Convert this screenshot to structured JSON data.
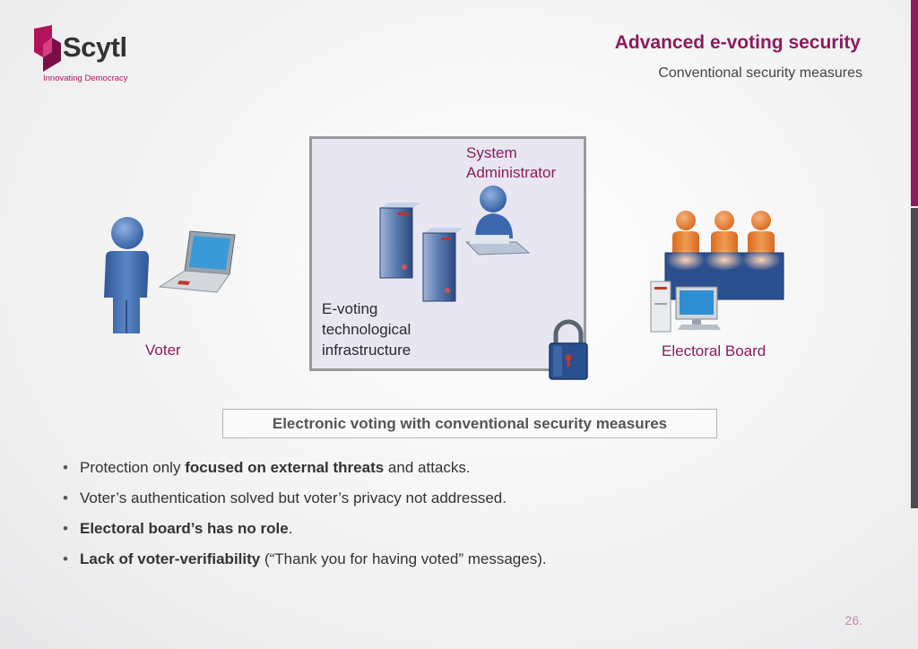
{
  "logo": {
    "wordmark": "Scytl",
    "tagline": "Innovating Democracy",
    "brand_color": "#8e1a5f"
  },
  "header": {
    "title": "Advanced e-voting security",
    "subtitle": "Conventional security measures"
  },
  "diagram": {
    "sysadmin_label_line1": "System",
    "sysadmin_label_line2": "Administrator",
    "infra_label_line1": "E-voting",
    "infra_label_line2": "technological",
    "infra_label_line3": "infrastructure",
    "voter_label": "Voter",
    "board_label": "Electoral Board"
  },
  "caption": "Electronic voting with conventional security measures",
  "bullets": [
    {
      "pre": "Protection only ",
      "bold": "focused on external threats",
      "post": " and attacks."
    },
    {
      "pre": "Voter’s authentication solved but voter’s privacy not addressed.",
      "bold": "",
      "post": ""
    },
    {
      "pre": "",
      "bold": "Electoral board’s has no role",
      "post": "."
    },
    {
      "pre": "",
      "bold": "Lack of voter-verifiability",
      "post": " (“Thank you for having voted” messages)."
    }
  ],
  "page_number": "26."
}
